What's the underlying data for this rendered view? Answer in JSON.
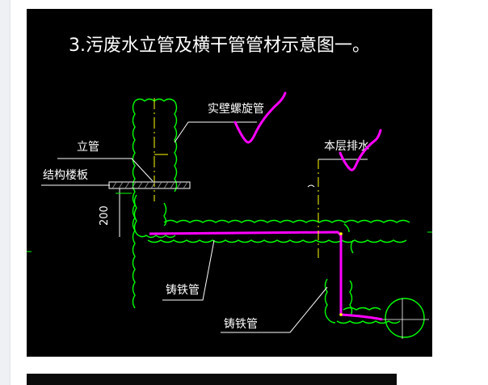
{
  "diagram": {
    "title": "3.污废水立管及横干管管材示意图一。",
    "labels": {
      "solid_spiral_pipe": "实壁螺旋管",
      "riser": "立管",
      "slab": "结构楼板",
      "floor_drain": "本层排水",
      "dim_200": "200",
      "cast_iron_1": "铸铁管",
      "cast_iron_2": "铸铁管"
    }
  },
  "colors": {
    "background": "#000000",
    "pipe_highlight": "#ff00ff",
    "outline": "#00ff00",
    "text": "#ffffff",
    "dimension": "#ffff00"
  }
}
